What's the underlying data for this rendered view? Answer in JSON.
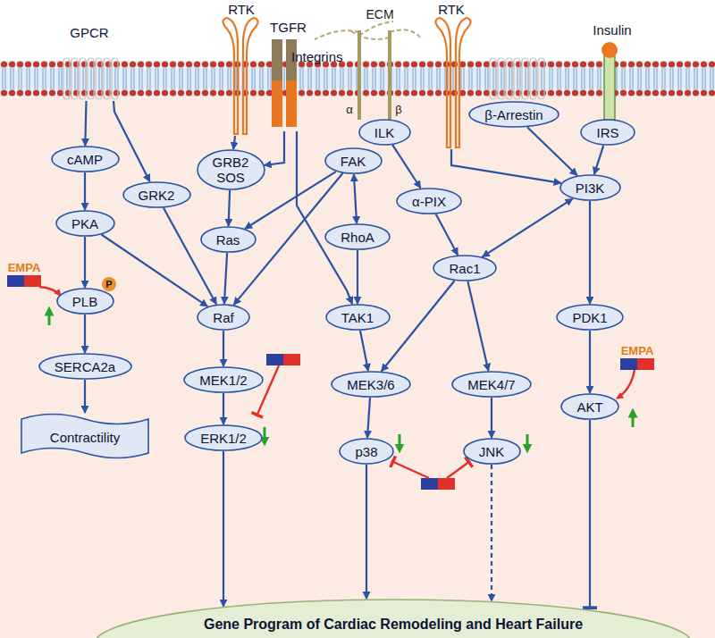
{
  "diagram": {
    "nodes": [
      {
        "text": [
          "GPCR"
        ]
      },
      {
        "text": [
          "RTK"
        ]
      },
      {
        "text": [
          "TGFR"
        ]
      },
      {
        "text": [
          "Integrins"
        ]
      },
      {
        "text": [
          "RTK"
        ]
      },
      {
        "text": [
          "β-Arrestin"
        ]
      },
      {
        "text": [
          "Insulin"
        ]
      },
      {
        "text": [
          "IRS"
        ]
      },
      {
        "text": [
          "ILK"
        ]
      },
      {
        "text": [
          "FAK"
        ]
      },
      {
        "text": [
          "cAMP"
        ]
      },
      {
        "text": [
          "GRB2",
          "SOS"
        ]
      },
      {
        "text": [
          "α-PIX"
        ]
      },
      {
        "text": [
          "PI3K"
        ]
      },
      {
        "text": [
          "GRK2"
        ]
      },
      {
        "text": [
          "PKA"
        ]
      },
      {
        "text": [
          "Ras"
        ]
      },
      {
        "text": [
          "RhoA"
        ]
      },
      {
        "text": [
          "Rac1"
        ]
      },
      {
        "text": [
          "PLB"
        ]
      },
      {
        "text": [
          "Raf"
        ]
      },
      {
        "text": [
          "TAK1"
        ]
      },
      {
        "text": [
          "PDK1"
        ]
      },
      {
        "text": [
          "SERCA2a"
        ]
      },
      {
        "text": [
          "MEK1/2"
        ]
      },
      {
        "text": [
          "MEK3/6"
        ]
      },
      {
        "text": [
          "MEK4/7"
        ]
      },
      {
        "text": [
          "AKT"
        ]
      },
      {
        "text": [
          "ERK1/2"
        ]
      },
      {
        "text": [
          "p38"
        ]
      },
      {
        "text": [
          "JNK"
        ]
      },
      {
        "text": [
          "Contractility"
        ]
      },
      {
        "text": [
          "Gene Program of Cardiac Remodeling and Heart Failure"
        ]
      }
    ],
    "edges": [
      {
        "from": 0,
        "to": 10,
        "arrow": "to"
      },
      {
        "from": 0,
        "to": 14,
        "arrow": "to"
      },
      {
        "from": 1,
        "to": 11,
        "arrow": "to"
      },
      {
        "from": 2,
        "to": 11,
        "arrow": "to"
      },
      {
        "from": 2,
        "to": 21,
        "arrow": "to"
      },
      {
        "from": 11,
        "to": 16,
        "arrow": "to"
      },
      {
        "from": 9,
        "to": 16,
        "arrow": "to"
      },
      {
        "from": 9,
        "to": 20,
        "arrow": "to"
      },
      {
        "from": 9,
        "to": 17,
        "arrow": "both"
      },
      {
        "from": 8,
        "to": 12,
        "arrow": "to"
      },
      {
        "from": 4,
        "to": 13,
        "arrow": "to"
      },
      {
        "from": 5,
        "to": 13,
        "arrow": "to"
      },
      {
        "from": 7,
        "to": 13,
        "arrow": "to"
      },
      {
        "from": 10,
        "to": 15,
        "arrow": "to"
      },
      {
        "from": 15,
        "to": 19,
        "arrow": "to"
      },
      {
        "from": 15,
        "to": 20,
        "arrow": "to"
      },
      {
        "from": 14,
        "to": 20,
        "arrow": "to"
      },
      {
        "from": 16,
        "to": 20,
        "arrow": "to"
      },
      {
        "from": 20,
        "to": 24,
        "arrow": "to"
      },
      {
        "from": 24,
        "to": 28,
        "arrow": "to"
      },
      {
        "from": 28,
        "to": 32,
        "arrow": "to"
      },
      {
        "from": 17,
        "to": 21,
        "arrow": "to"
      },
      {
        "from": 21,
        "to": 25,
        "arrow": "to"
      },
      {
        "from": 12,
        "to": 18,
        "arrow": "to"
      },
      {
        "from": 13,
        "to": 18,
        "arrow": "both"
      },
      {
        "from": 18,
        "to": 25,
        "arrow": "to"
      },
      {
        "from": 18,
        "to": 26,
        "arrow": "to"
      },
      {
        "from": 25,
        "to": 29,
        "arrow": "to"
      },
      {
        "from": 29,
        "to": 32,
        "arrow": "to"
      },
      {
        "from": 26,
        "to": 30,
        "arrow": "to"
      },
      {
        "from": 30,
        "to": 32,
        "arrow": "to"
      },
      {
        "from": 13,
        "to": 22,
        "arrow": "to"
      },
      {
        "from": 22,
        "to": 27,
        "arrow": "to"
      },
      {
        "from": 27,
        "to": 32,
        "arrow": "to"
      },
      {
        "from": 19,
        "to": 23,
        "arrow": "to"
      },
      {
        "from": 23,
        "to": 31,
        "arrow": "to"
      }
    ],
    "labels": [
      "ECM",
      "α",
      "β",
      "EMPA",
      "EMPA",
      "P"
    ]
  }
}
